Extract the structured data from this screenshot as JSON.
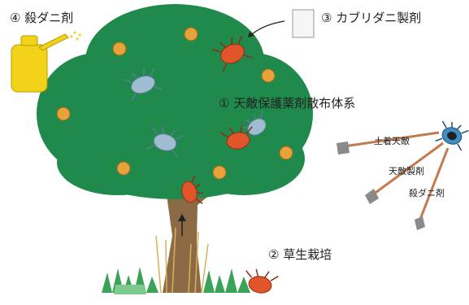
{
  "labels": {
    "acaricide_spray": "④ 殺ダニ剤",
    "packet": "③ カブリダニ製剤",
    "natural_enemy_system": "① 天敵保護薬剤散布体系",
    "ground_cover": "② 草生栽培"
  },
  "threats": {
    "native_enemies": "土着天敵",
    "enemy_product": "天敵製剤",
    "acaricide": "殺ダニ剤"
  },
  "colors": {
    "canopy": "#1f8a4c",
    "trunk": "#8b6a45",
    "fruit": "#e7a23b",
    "grass": "#3aa35a",
    "sprayer": "#f2d319",
    "red_mite": "#e0562a",
    "predatory_mite": "#9fbcd0",
    "arrow_shaft": "#c27a4e"
  },
  "icons": [
    "sprayer-icon",
    "packet-icon",
    "red-mite-icon",
    "predatory-mite-icon",
    "fruit-icon",
    "arrow-icon"
  ]
}
